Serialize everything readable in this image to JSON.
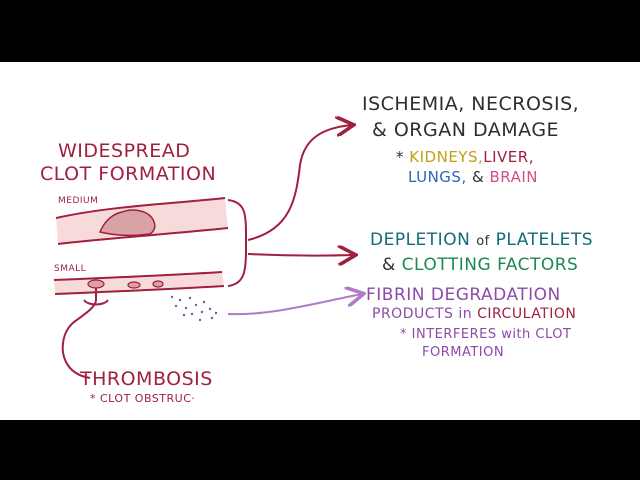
{
  "clot": {
    "title_line1": "WIDESPREAD",
    "title_line2": "CLOT FORMATION",
    "vessel_medium_label": "MEDIUM",
    "vessel_small_label": "SMALL"
  },
  "thrombosis": {
    "title": "THROMBOSIS",
    "note": "* CLOT OBSTRUC·"
  },
  "ischemia": {
    "line1": "ISCHEMIA, NECROSIS,",
    "line2": "& ORGAN DAMAGE",
    "bullet": "*",
    "kidneys": "KIDNEYS,",
    "liver": "LIVER,",
    "lungs": "LUNGS,",
    "and": "&",
    "brain": "BRAIN"
  },
  "depletion": {
    "depletion": "DEPLETION",
    "of": "of",
    "platelets": "PLATELETS",
    "and": "&",
    "clotting_factors": "CLOTTING FACTORS"
  },
  "fibrin": {
    "line1": "FIBRIN DEGRADATION",
    "products_in": "PRODUCTS in",
    "circulation": "CIRCULATION",
    "note_line1": "* INTERFERES with CLOT",
    "note_line2": "FORMATION"
  },
  "colors": {
    "red": "#a11f3f",
    "dark": "#2e2e2e",
    "teal": "#136b78",
    "green": "#1b8a52",
    "purple": "#8e4aa8",
    "yellow": "#c2a013",
    "blue": "#2f65b6",
    "pink": "#cf4f8a",
    "vessel_fill": "#f7dada"
  }
}
